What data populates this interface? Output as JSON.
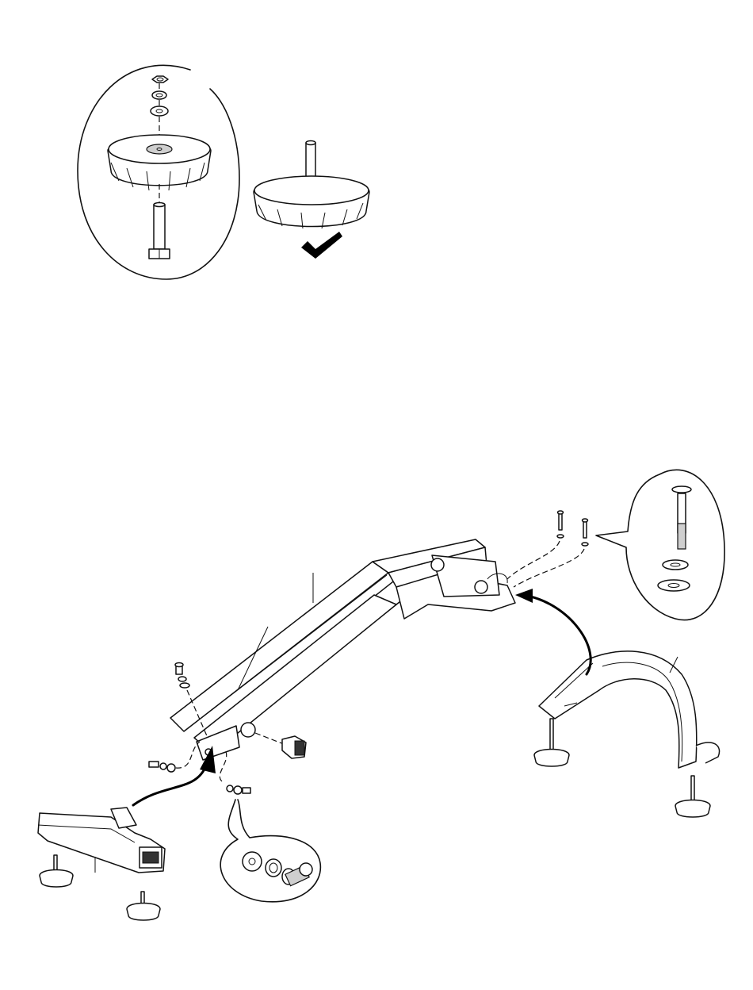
{
  "figure": {
    "type": "assembly-diagram",
    "steps": [
      {
        "step": "foot-leveler-detail",
        "status": "check-mark"
      },
      {
        "step": "bench-frame-assembly"
      }
    ],
    "icons": [
      "check-icon",
      "arrow-icon",
      "bolt-icon",
      "washer-icon",
      "nut-icon",
      "knob-icon"
    ]
  }
}
